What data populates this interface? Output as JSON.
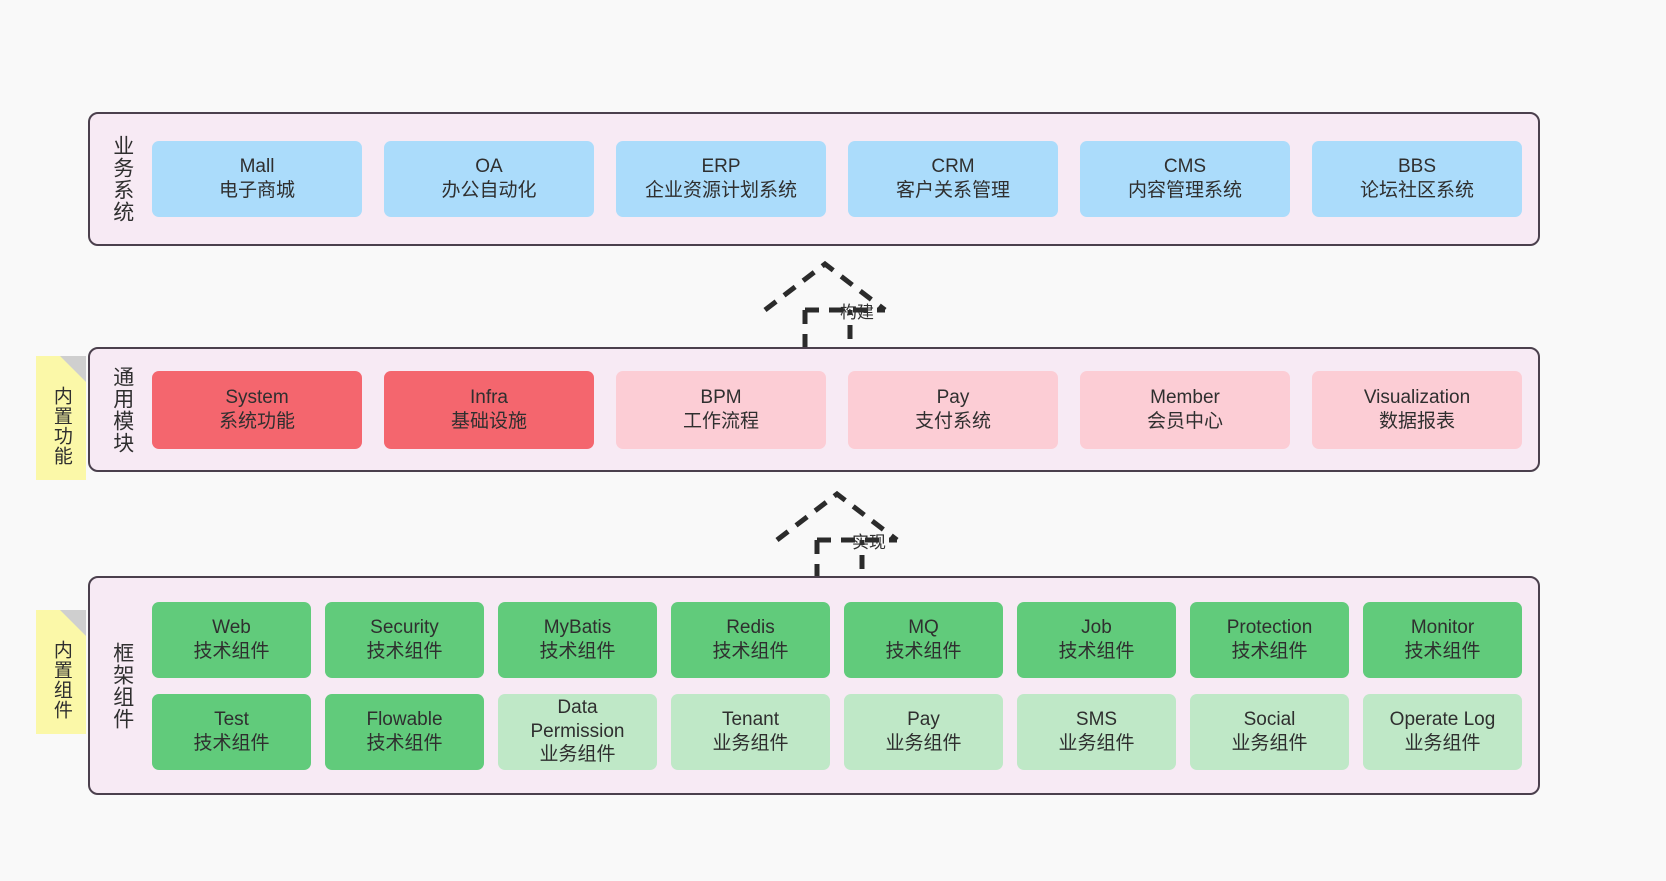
{
  "diagram": {
    "title": "",
    "background_color": "#f9f9f9",
    "sections": [
      {
        "id": "business-systems",
        "label": "业务系统",
        "rows": [
          {
            "cards": [
              {
                "title": "Mall",
                "subtitle": "电子商城",
                "color": "#abdcfb",
                "variant": "c-blue"
              },
              {
                "title": "OA",
                "subtitle": "办公自动化",
                "color": "#abdcfb",
                "variant": "c-blue"
              },
              {
                "title": "ERP",
                "subtitle": "企业资源计划系统",
                "color": "#abdcfb",
                "variant": "c-blue"
              },
              {
                "title": "CRM",
                "subtitle": "客户关系管理",
                "color": "#abdcfb",
                "variant": "c-blue"
              },
              {
                "title": "CMS",
                "subtitle": "内容管理系统",
                "color": "#abdcfb",
                "variant": "c-blue"
              },
              {
                "title": "BBS",
                "subtitle": "论坛社区系统",
                "color": "#abdcfb",
                "variant": "c-blue"
              }
            ]
          }
        ]
      },
      {
        "id": "common-modules",
        "label": "通用模块",
        "note": "内置功能",
        "rows": [
          {
            "cards": [
              {
                "title": "System",
                "subtitle": "系统功能",
                "color": "#f4666e",
                "variant": "c-red"
              },
              {
                "title": "Infra",
                "subtitle": "基础设施",
                "color": "#f4666e",
                "variant": "c-red"
              },
              {
                "title": "BPM",
                "subtitle": "工作流程",
                "color": "#fccdd5",
                "variant": "c-pink"
              },
              {
                "title": "Pay",
                "subtitle": "支付系统",
                "color": "#fccdd5",
                "variant": "c-pink"
              },
              {
                "title": "Member",
                "subtitle": "会员中心",
                "color": "#fccdd5",
                "variant": "c-pink"
              },
              {
                "title": "Visualization",
                "subtitle": "数据报表",
                "color": "#fccdd5",
                "variant": "c-pink"
              }
            ]
          }
        ]
      },
      {
        "id": "framework-components",
        "label": "框架组件",
        "note": "内置组件",
        "rows": [
          {
            "cards": [
              {
                "title": "Web",
                "subtitle": "技术组件",
                "color": "#61cb7b",
                "variant": "c-green"
              },
              {
                "title": "Security",
                "subtitle": "技术组件",
                "color": "#61cb7b",
                "variant": "c-green"
              },
              {
                "title": "MyBatis",
                "subtitle": "技术组件",
                "color": "#61cb7b",
                "variant": "c-green"
              },
              {
                "title": "Redis",
                "subtitle": "技术组件",
                "color": "#61cb7b",
                "variant": "c-green"
              },
              {
                "title": "MQ",
                "subtitle": "技术组件",
                "color": "#61cb7b",
                "variant": "c-green"
              },
              {
                "title": "Job",
                "subtitle": "技术组件",
                "color": "#61cb7b",
                "variant": "c-green"
              },
              {
                "title": "Protection",
                "subtitle": "技术组件",
                "color": "#61cb7b",
                "variant": "c-green"
              },
              {
                "title": "Monitor",
                "subtitle": "技术组件",
                "color": "#61cb7b",
                "variant": "c-green"
              }
            ]
          },
          {
            "cards": [
              {
                "title": "Test",
                "subtitle": "技术组件",
                "color": "#61cb7b",
                "variant": "c-green"
              },
              {
                "title": "Flowable",
                "subtitle": "技术组件",
                "color": "#61cb7b",
                "variant": "c-green"
              },
              {
                "title": "Data Permission",
                "subtitle": "业务组件",
                "color": "#bfe8c7",
                "variant": "c-lightgreen"
              },
              {
                "title": "Tenant",
                "subtitle": "业务组件",
                "color": "#bfe8c7",
                "variant": "c-lightgreen"
              },
              {
                "title": "Pay",
                "subtitle": "业务组件",
                "color": "#bfe8c7",
                "variant": "c-lightgreen"
              },
              {
                "title": "SMS",
                "subtitle": "业务组件",
                "color": "#bfe8c7",
                "variant": "c-lightgreen"
              },
              {
                "title": "Social",
                "subtitle": "业务组件",
                "color": "#bfe8c7",
                "variant": "c-lightgreen"
              },
              {
                "title": "Operate Log",
                "subtitle": "业务组件",
                "color": "#bfe8c7",
                "variant": "c-lightgreen"
              }
            ]
          }
        ]
      }
    ],
    "connectors": [
      {
        "id": "build",
        "label": "构建",
        "style": "dashed-hollow-arrow",
        "from": "common-modules",
        "to": "business-systems"
      },
      {
        "id": "implement",
        "label": "实现",
        "style": "dashed-hollow-arrow",
        "from": "framework-components",
        "to": "common-modules"
      }
    ]
  }
}
